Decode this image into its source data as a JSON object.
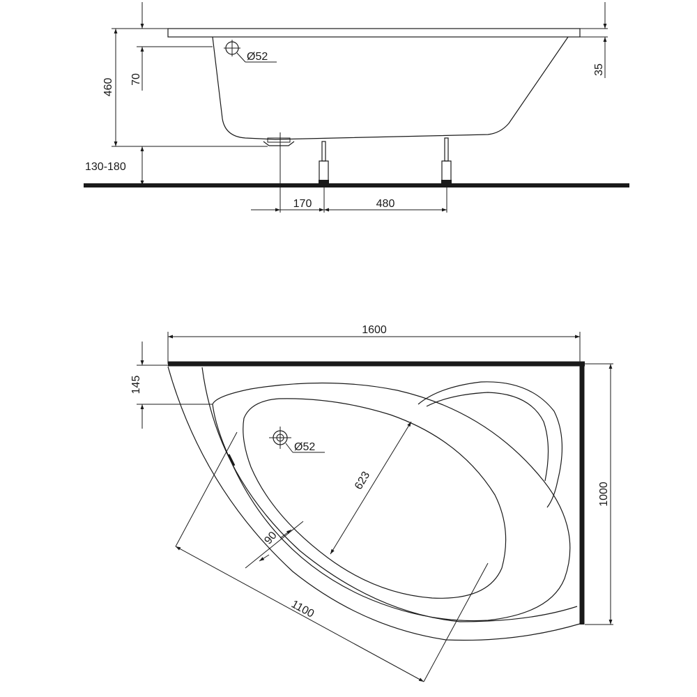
{
  "side_view": {
    "height_total": "460",
    "rim_to_outlet": "70",
    "rim_right": "35",
    "leg_height": "130-180",
    "overflow_diameter": "Ø52",
    "drain_to_leg": "170",
    "leg_spacing": "480"
  },
  "top_view": {
    "length": "1600",
    "width": "1000",
    "corner_offset": "145",
    "overflow_diameter": "Ø52",
    "inner_width": "623",
    "rim_width": "90",
    "front_length": "1100"
  },
  "colors": {
    "line": "#1a1a1a",
    "background": "#ffffff"
  }
}
